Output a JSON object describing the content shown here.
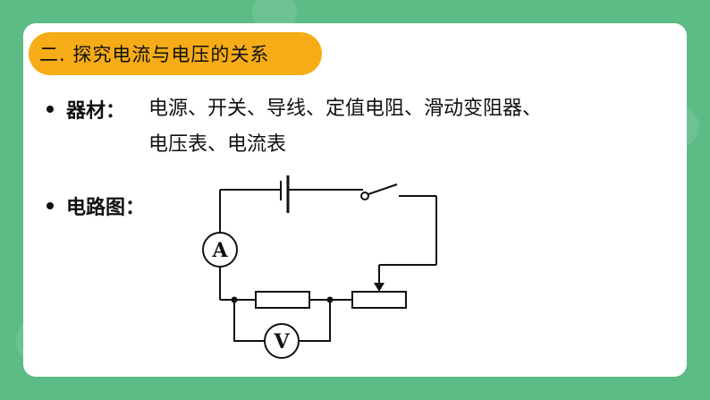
{
  "section": {
    "title": "二. 探究电流与电压的关系"
  },
  "materials": {
    "label": "器材：",
    "line1": "电源、开关、导线、定值电阻、滑动变阻器、",
    "line2": "电压表、电流表"
  },
  "diagram": {
    "label": "电路图：",
    "ammeter_symbol": "A",
    "voltmeter_symbol": "V"
  },
  "colors": {
    "background": "#5dbb85",
    "title_pill": "#f6ac16",
    "card": "#ffffff"
  }
}
